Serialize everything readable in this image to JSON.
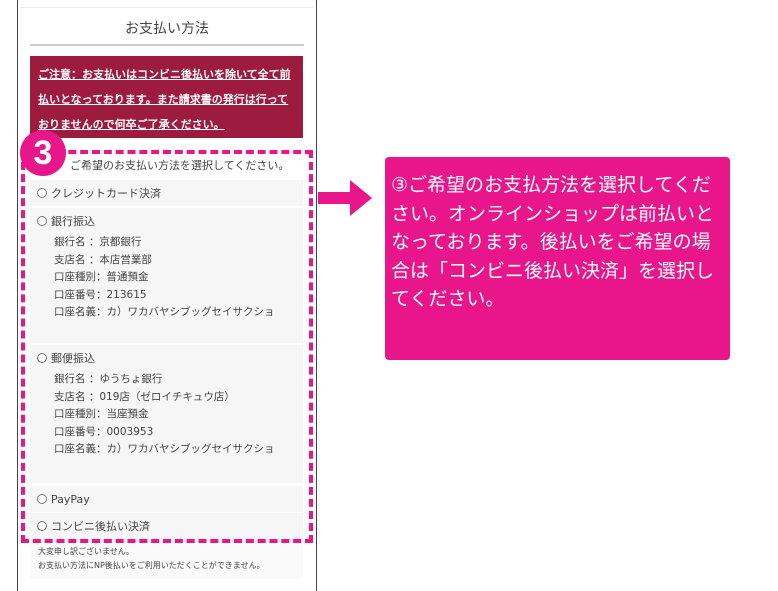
{
  "panel": {
    "title": "お支払い方法",
    "notice": "ご注意：お支払いはコンビニ後払いを除いて全て前払いとなっております。また請求書の発行は行っておりませんので何卒ご了承ください。",
    "lead": "ご希望のお支払い方法を選択してください。",
    "options": [
      {
        "label": "クレジットカード決済",
        "details": []
      },
      {
        "label": "銀行振込",
        "details": [
          "銀行名 ：京都銀行",
          "支店名 ：本店営業部",
          "口座種別：普通預金",
          "口座番号：213615",
          "口座名義：カ）ワカバヤシブッグセイサクショ"
        ]
      },
      {
        "label": "郵便振込",
        "details": [
          "銀行名 ：ゆうちょ銀行",
          "支店名 ：019店（ゼロイチキュウ店）",
          "口座種別：当座預金",
          "口座番号：0003953",
          "口座名義：カ）ワカバヤシブッグセイサクショ"
        ]
      },
      {
        "label": "PayPay",
        "details": []
      },
      {
        "label": "コンビニ後払い決済",
        "details": []
      }
    ],
    "note": [
      "大変申し訳ございません。",
      "お支払い方法にNP後払いをご利用いただくことができません。"
    ]
  },
  "annotation": {
    "badge": "3",
    "callout": "③ご希望のお支払方法を選択してください。オンラインショップは前払いとなっております。後払いをご希望の場合は「コンビニ後払い決済」を選択してください。",
    "accent": "#e8158b"
  }
}
